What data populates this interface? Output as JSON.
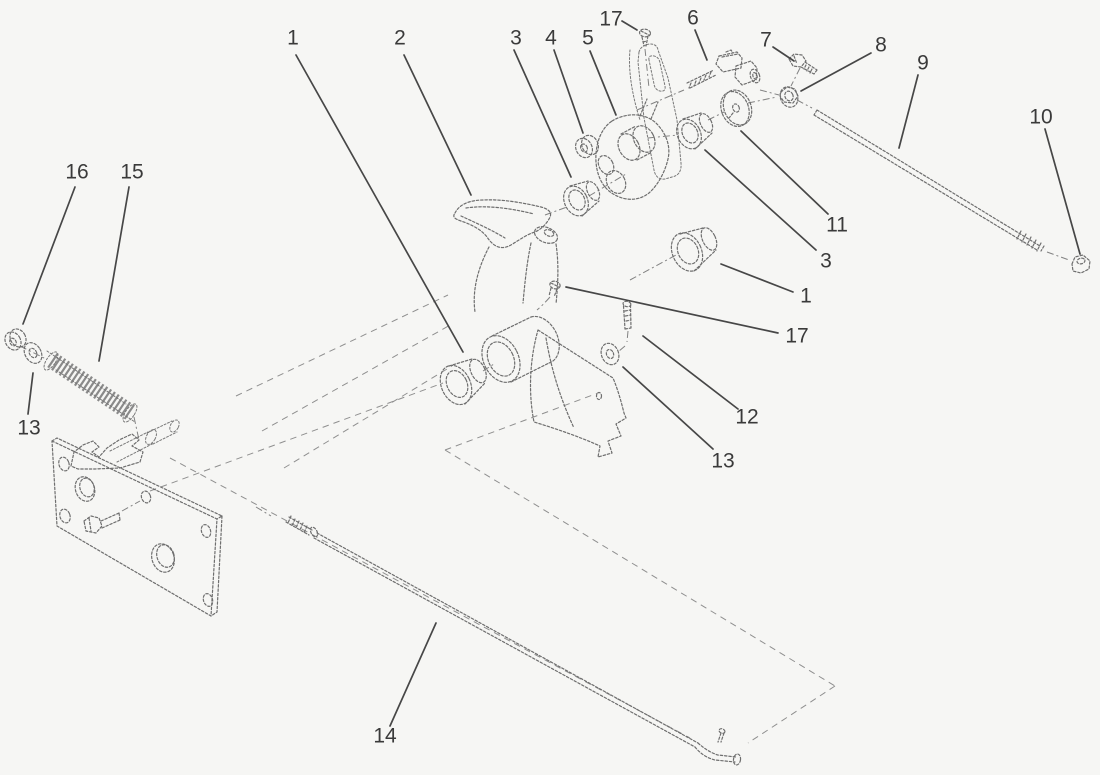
{
  "diagram": {
    "figure_type": "exploded parts diagram",
    "colors": {
      "background": "#f6f6f4",
      "part_line": "#6e6e6e",
      "phantom_line": "#8f8f8f",
      "leader_line": "#474747",
      "label_text": "#3a3a3a"
    },
    "callouts": [
      {
        "label": "1"
      },
      {
        "label": "2"
      },
      {
        "label": "3"
      },
      {
        "label": "4"
      },
      {
        "label": "5"
      },
      {
        "label": "17"
      },
      {
        "label": "6"
      },
      {
        "label": "7"
      },
      {
        "label": "8"
      },
      {
        "label": "9"
      },
      {
        "label": "10"
      },
      {
        "label": "11"
      },
      {
        "label": "3"
      },
      {
        "label": "1"
      },
      {
        "label": "17"
      },
      {
        "label": "12"
      },
      {
        "label": "13"
      },
      {
        "label": "16"
      },
      {
        "label": "15"
      },
      {
        "label": "13"
      },
      {
        "label": "14"
      }
    ]
  }
}
